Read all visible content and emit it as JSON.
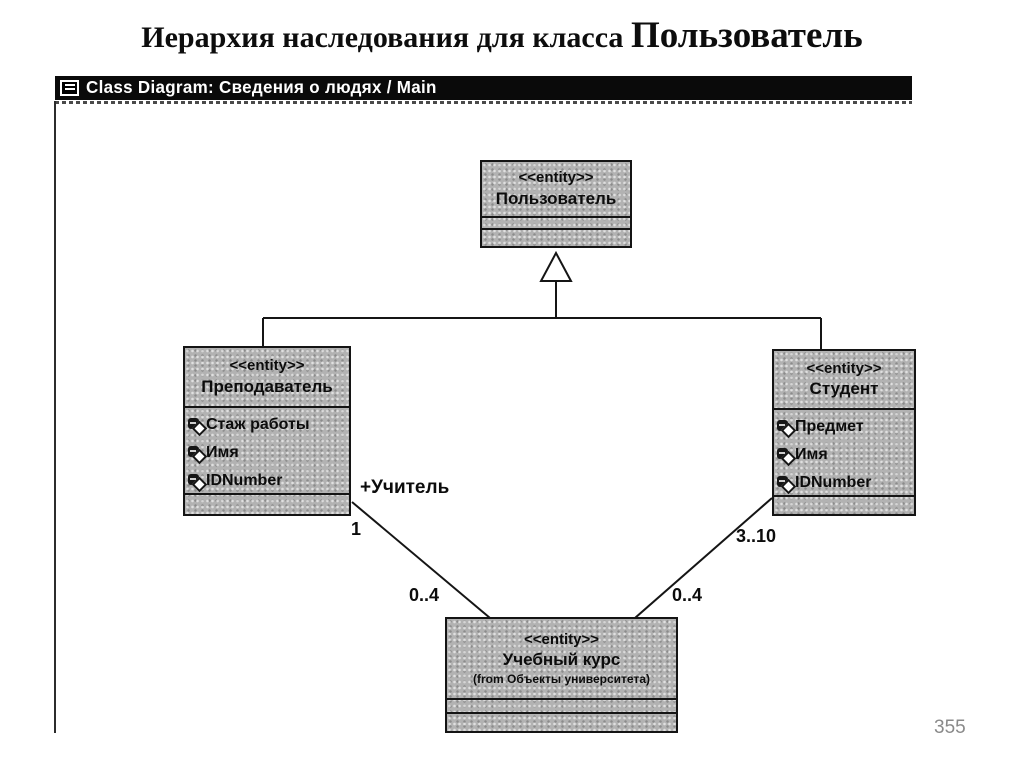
{
  "page": {
    "title_prefix": "Иерархия наследования для класса ",
    "title_emphasis": "Пользователь",
    "page_number": "355"
  },
  "window": {
    "title": "Class Diagram: Сведения о людях / Main",
    "icon": "window-menu-icon"
  },
  "classes": {
    "user": {
      "stereotype": "<<entity>>",
      "name": "Пользователь"
    },
    "teacher": {
      "stereotype": "<<entity>>",
      "name": "Преподаватель",
      "attributes": [
        "Стаж работы",
        "Имя",
        "IDNumber"
      ]
    },
    "student": {
      "stereotype": "<<entity>>",
      "name": "Студент",
      "attributes": [
        "Предмет",
        "Имя",
        "IDNumber"
      ]
    },
    "course": {
      "stereotype": "<<entity>>",
      "name": "Учебный курс",
      "origin": "(from Объекты университета)"
    }
  },
  "relations": {
    "generalization": {
      "parent": "Пользователь",
      "children": [
        "Преподаватель",
        "Студент"
      ]
    },
    "teacher_course": {
      "role_label": "+Учитель",
      "teacher_multiplicity": "1",
      "course_multiplicity": "0..4"
    },
    "student_course": {
      "student_multiplicity": "3..10",
      "course_multiplicity": "0..4"
    }
  },
  "colors": {
    "box_fill": "#b2b2b2",
    "box_border": "#141414",
    "titlebar_bg": "#0a0a0a",
    "titlebar_text": "#ffffff",
    "page_number": "#8a8a8a"
  }
}
